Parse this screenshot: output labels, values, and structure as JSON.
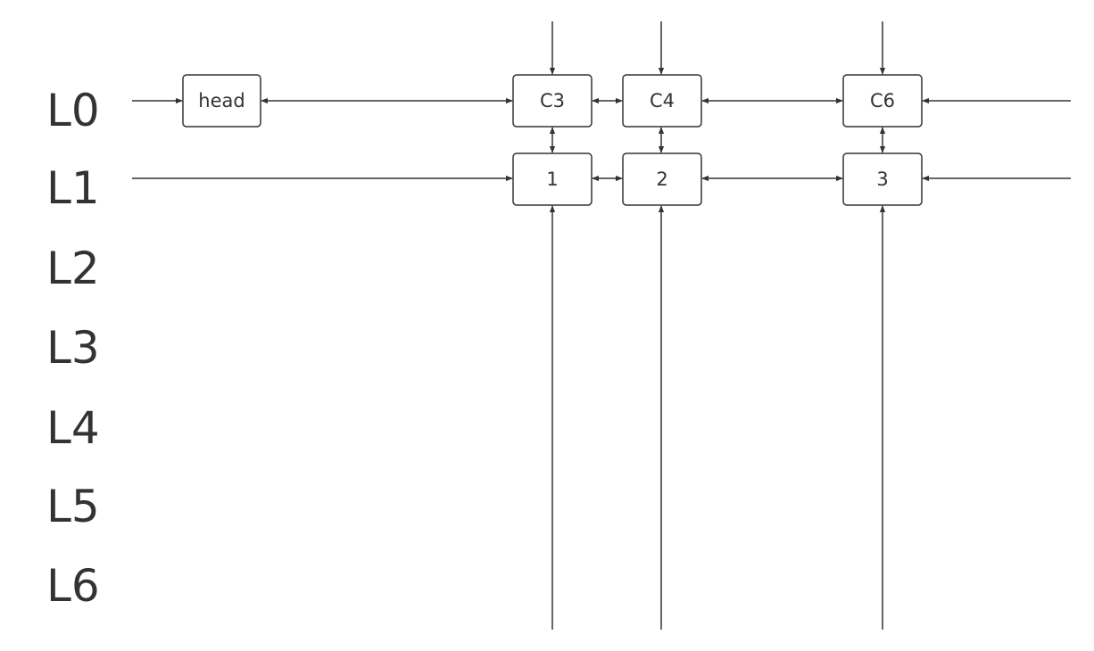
{
  "levels": [
    "L0",
    "L1",
    "L2",
    "L3",
    "L4",
    "L5",
    "L6"
  ],
  "nodes": {
    "head": "head",
    "c3": "C3",
    "c4": "C4",
    "c6": "C6",
    "n1": "1",
    "n2": "2",
    "n3": "3"
  },
  "colors": {
    "stroke": "#333333",
    "background": "#ffffff"
  }
}
